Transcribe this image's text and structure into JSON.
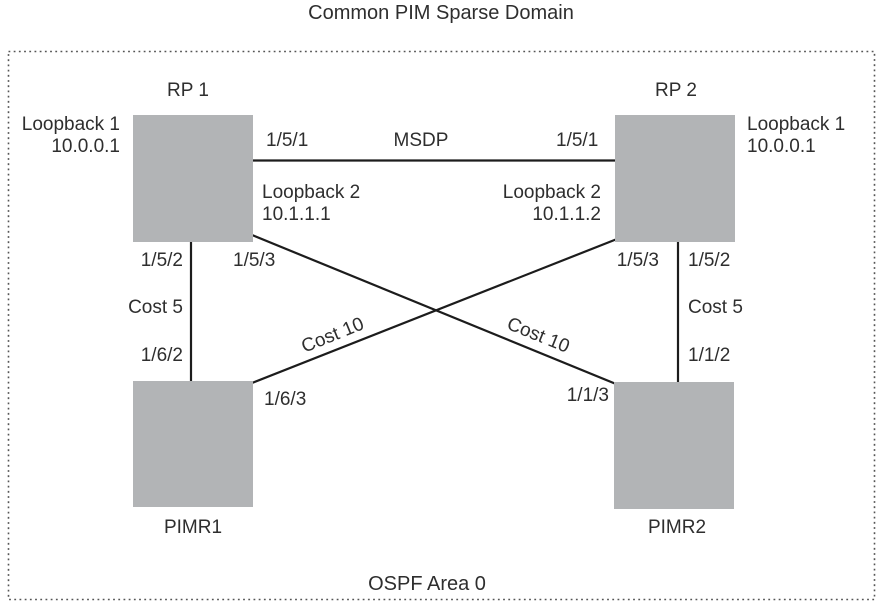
{
  "title": "Common PIM Sparse Domain",
  "footer": "OSPF Area 0",
  "nodes": {
    "rp1": {
      "name": "RP 1",
      "loopback1_label": "Loopback 1",
      "loopback1_ip": "10.0.0.1",
      "loopback2_label": "Loopback 2",
      "loopback2_ip": "10.1.1.1"
    },
    "rp2": {
      "name": "RP 2",
      "loopback1_label": "Loopback 1",
      "loopback1_ip": "10.0.0.1",
      "loopback2_label": "Loopback 2",
      "loopback2_ip": "10.1.1.2"
    },
    "pimr1": {
      "name": "PIMR1"
    },
    "pimr2": {
      "name": "PIMR2"
    }
  },
  "links": {
    "msdp": {
      "label": "MSDP",
      "rp1_port": "1/5/1",
      "rp2_port": "1/5/1"
    },
    "rp1_pimr1": {
      "cost": "Cost 5",
      "rp1_port": "1/5/2",
      "pimr1_port": "1/6/2"
    },
    "rp2_pimr2": {
      "cost": "Cost 5",
      "rp2_port": "1/5/2",
      "pimr2_port": "1/1/2"
    },
    "rp1_pimr2": {
      "cost": "Cost 10",
      "rp1_port": "1/5/3",
      "pimr2_port": "1/1/3"
    },
    "rp2_pimr1": {
      "cost": "Cost 10",
      "rp2_port": "1/5/3",
      "pimr1_port": "1/6/3"
    }
  },
  "colors": {
    "node_fill": "#b2b4b6",
    "line": "#1c1c1c",
    "text": "#2e2e2e",
    "border": "#555555"
  }
}
